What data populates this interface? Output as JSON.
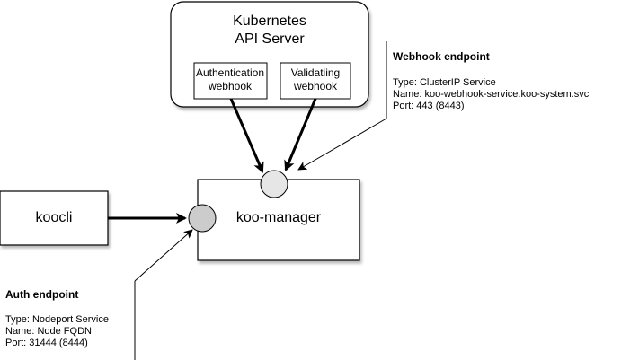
{
  "kubernetes": {
    "title_line1": "Kubernetes",
    "title_line2": "API Server",
    "auth_webhook_line1": "Authentication",
    "auth_webhook_line2": "webhook",
    "validating_webhook_line1": "Validatiing",
    "validating_webhook_line2": "webhook"
  },
  "koocli": {
    "label": "koocli"
  },
  "koo_manager": {
    "label": "koo-manager"
  },
  "webhook_endpoint": {
    "title": "Webhook endpoint",
    "type": "Type: ClusterIP Service",
    "name": "Name: koo-webhook-service.koo-system.svc",
    "port": "Port: 443 (8443)"
  },
  "auth_endpoint": {
    "title": "Auth endpoint",
    "type": "Type: Nodeport Service",
    "name": "Name: Node FQDN",
    "port": "Port: 31444 (8444)"
  }
}
